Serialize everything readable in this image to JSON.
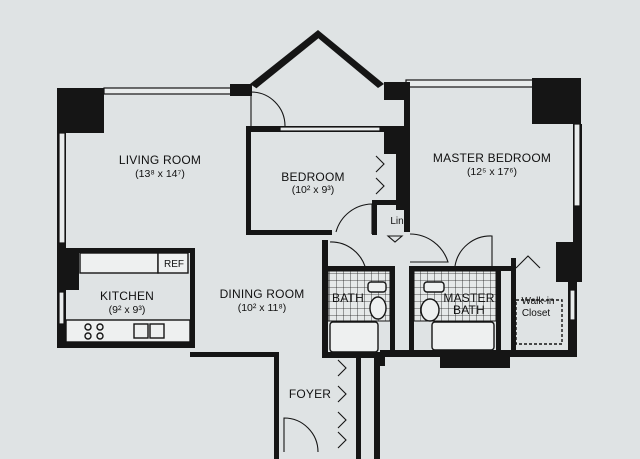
{
  "rooms": {
    "living_room": {
      "name": "LIVING ROOM",
      "dims": "(13⁸ x 14⁷)"
    },
    "bedroom": {
      "name": "BEDROOM",
      "dims": "(10² x 9³)"
    },
    "master_bedroom": {
      "name": "MASTER BEDROOM",
      "dims": "(12⁵ x 17⁶)"
    },
    "kitchen": {
      "name": "KITCHEN",
      "dims": "(9² x 9³)"
    },
    "dining_room": {
      "name": "DINING ROOM",
      "dims": "(10² x 11⁸)"
    },
    "bath": {
      "name": "BATH"
    },
    "master_bath": {
      "line1": "MASTER",
      "line2": "BATH"
    },
    "walk_in_closet": {
      "line1": "Walk-in",
      "line2": "Closet"
    },
    "foyer": {
      "name": "FOYER"
    },
    "linen": {
      "name": "Lin"
    }
  },
  "appliances": {
    "refrigerator": "REF"
  },
  "colors": {
    "paper": "#dfe3e4",
    "ink": "#151515"
  }
}
